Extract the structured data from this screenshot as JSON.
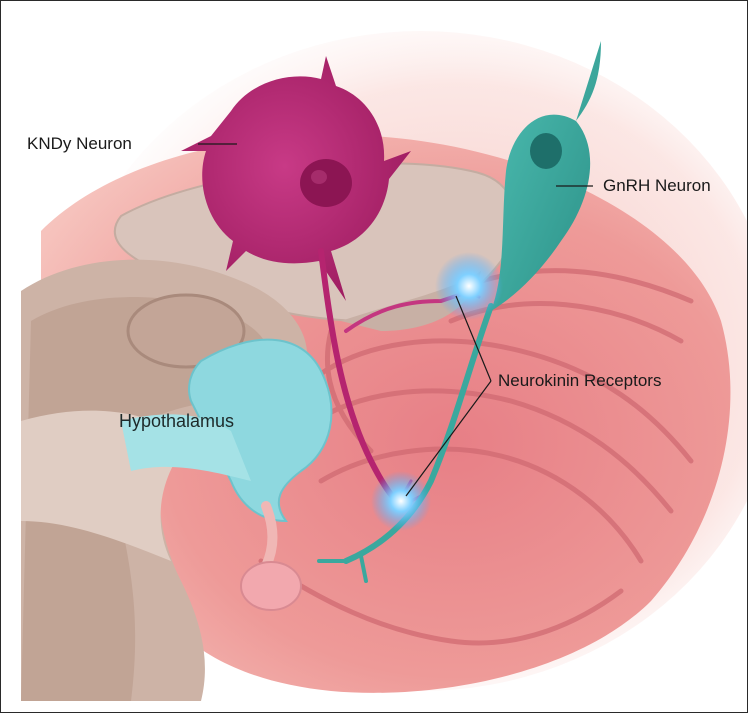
{
  "labels": {
    "kndy_neuron": "KNDy Neuron",
    "gnrh_neuron": "GnRH Neuron",
    "neurokinin_receptors": "Neurokinin Receptors",
    "hypothalamus": "Hypothalamus"
  },
  "colors": {
    "kndy": "#b5246f",
    "gnrh": "#3aa89e",
    "receptor_glow": "#5fb8ff",
    "brain_tissue": "#e98f8f",
    "hypothalamus": "#8ed8df",
    "cut_surface": "#cdb9ae"
  }
}
